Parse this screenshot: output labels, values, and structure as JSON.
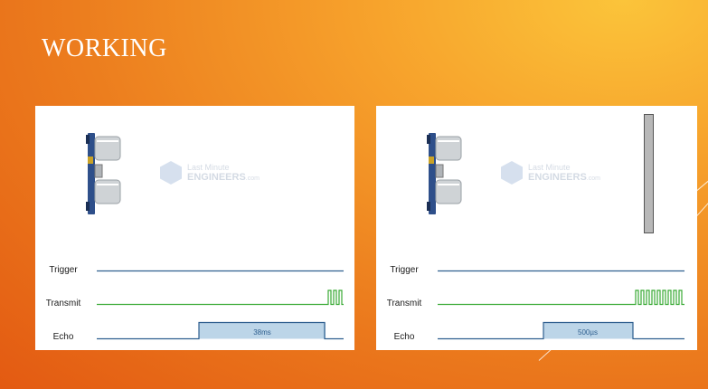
{
  "slide": {
    "title": "WORKING"
  },
  "watermark": {
    "line1": "Last Minute",
    "line2": "ENGINEERS",
    "suffix": ".com"
  },
  "panels": [
    {
      "id": "left",
      "labels": {
        "trigger": "Trigger",
        "transmit": "Transmit",
        "echo": "Echo"
      },
      "echo_duration": "38ms",
      "has_obstacle": false
    },
    {
      "id": "right",
      "labels": {
        "trigger": "Trigger",
        "transmit": "Transmit",
        "echo": "Echo"
      },
      "echo_duration": "500µs",
      "has_obstacle": true
    }
  ],
  "colors": {
    "trigger_line": "#2f5f8f",
    "transmit_line": "#3aaa35",
    "echo_line": "#2f5f8f",
    "echo_fill": "#bcd5e8",
    "sensor_board": "#2e4f8a",
    "sensor_can": "#cfd3d6"
  },
  "icons": [
    "ultrasonic-sensor-icon",
    "watermark-logo-icon"
  ]
}
